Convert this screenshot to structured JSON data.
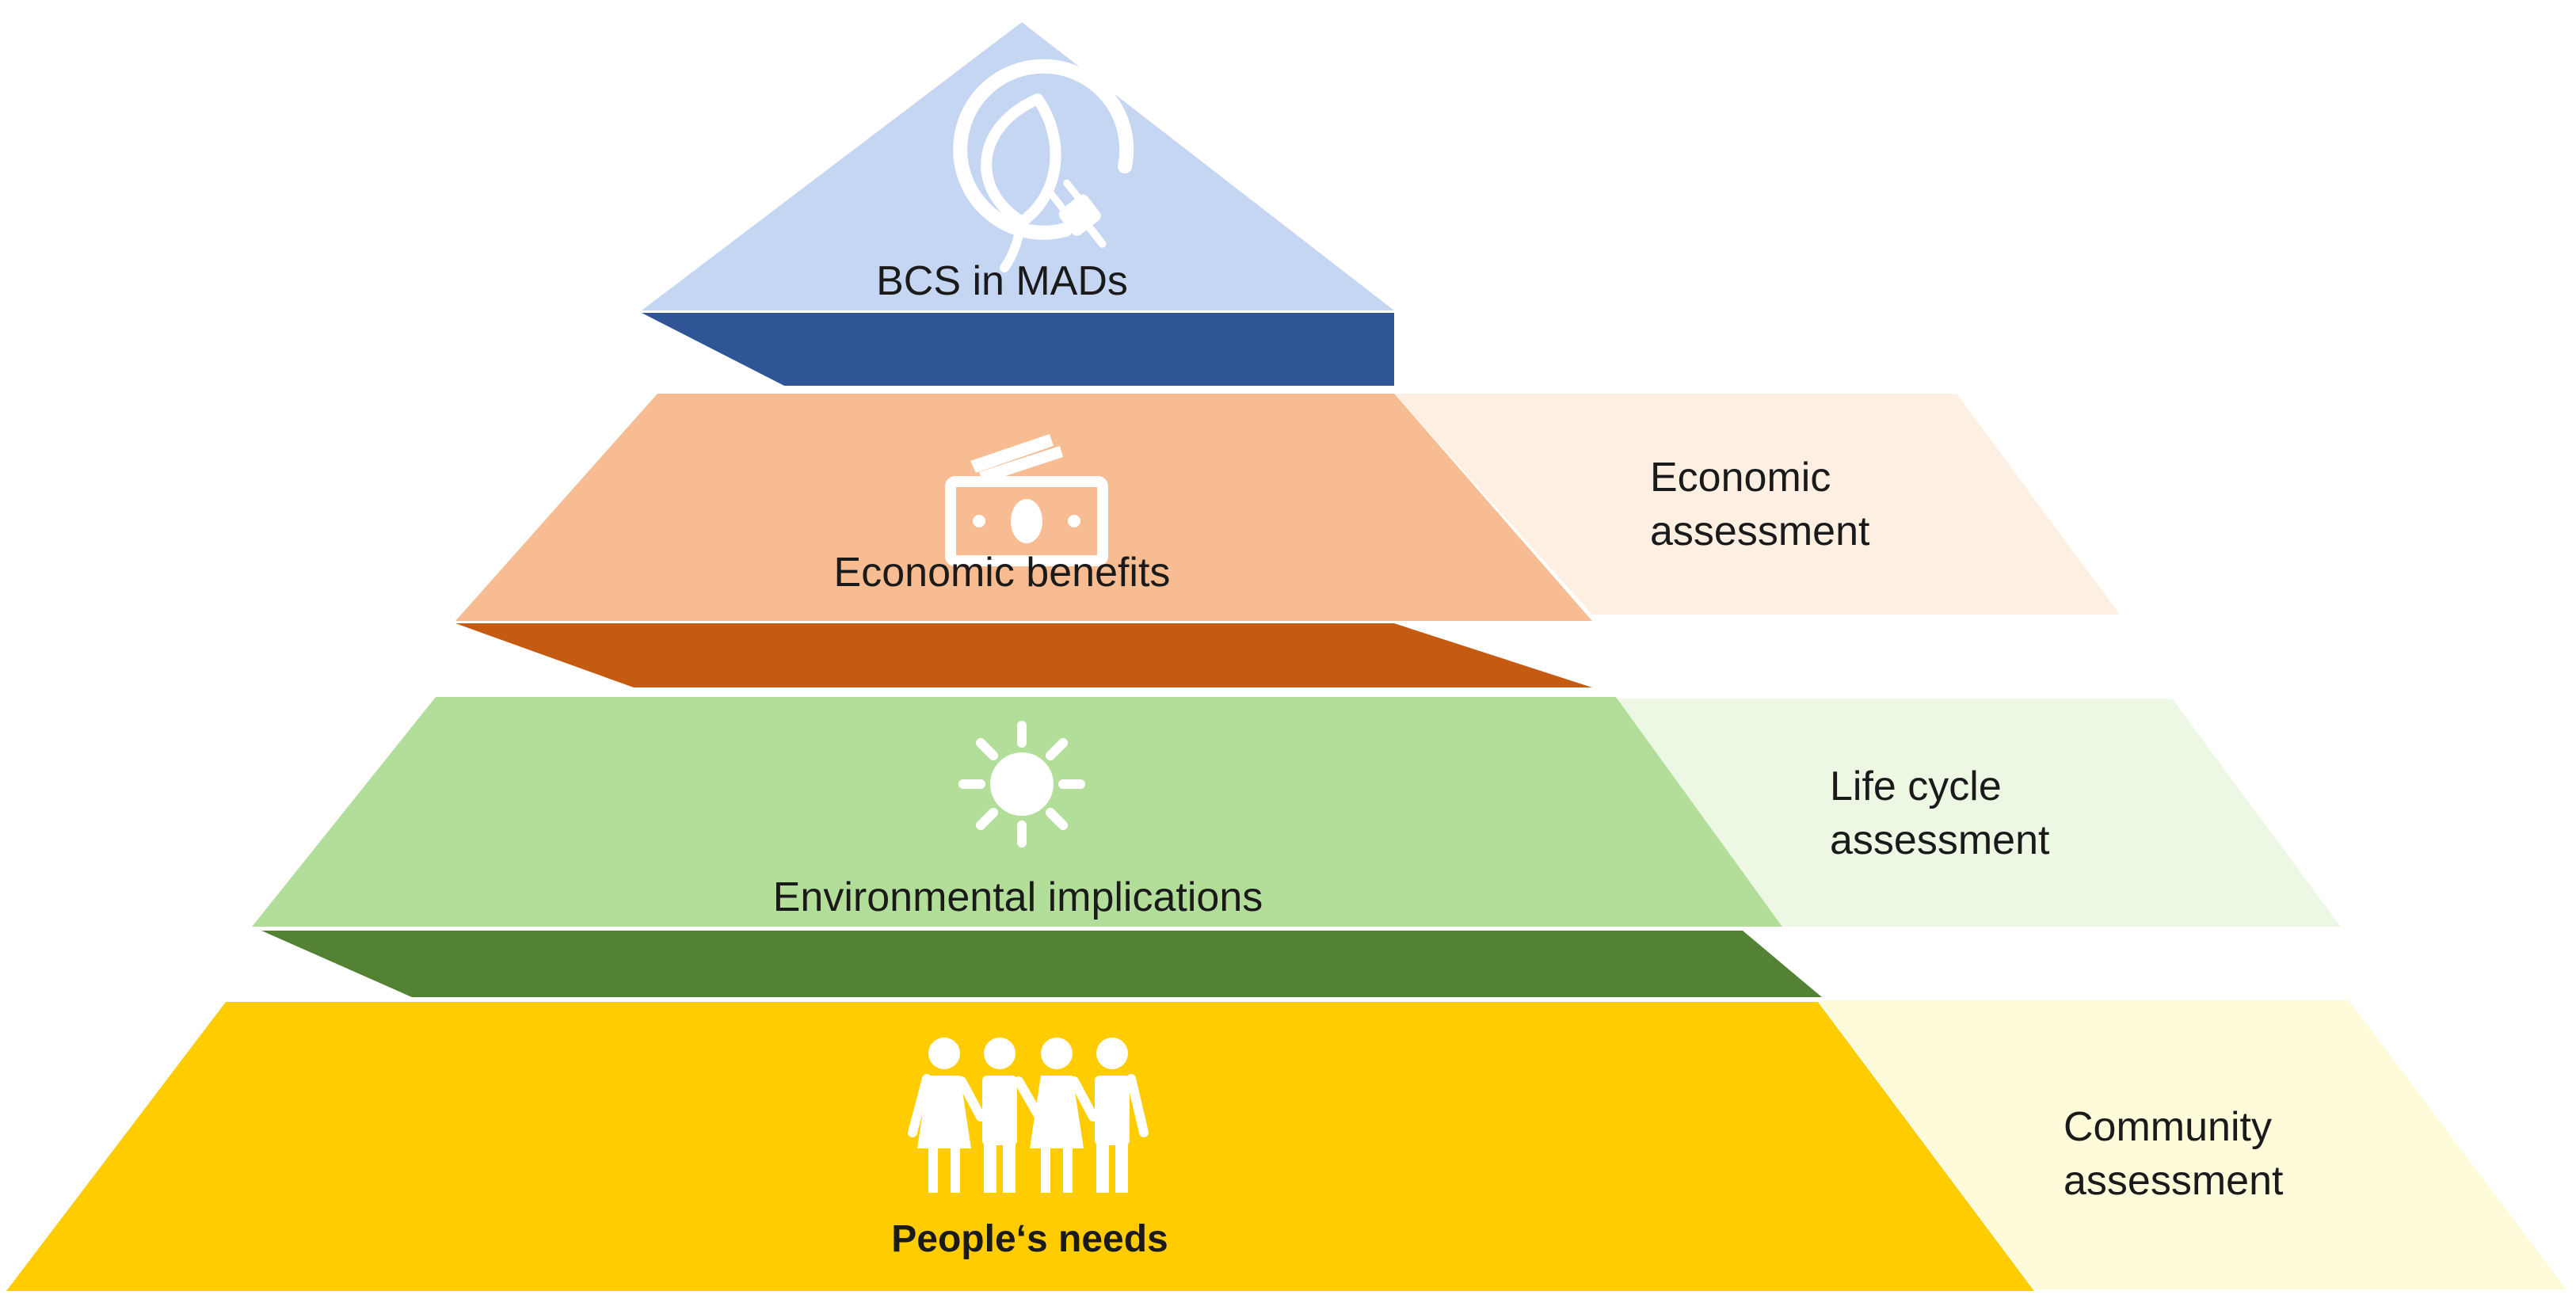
{
  "tiers": [
    {
      "label": "BCS in MADs",
      "icon": "leaf-plug-icon",
      "color": "#c5d6f3",
      "shade": "#2f5597"
    },
    {
      "label": "Economic benefits",
      "icon": "money-bills-icon",
      "color": "#f8bc92",
      "shade": "#c55a11"
    },
    {
      "label": "Environmental implications",
      "icon": "sun-icon",
      "color": "#b3de99",
      "shade": "#548235"
    },
    {
      "label": "People‘s needs",
      "icon": "people-icon",
      "color": "#ffcc00"
    }
  ],
  "assessments": [
    {
      "line1": "Economic",
      "line2": "assessment",
      "color": "#fdefe2"
    },
    {
      "line1": "Life cycle",
      "line2": "assessment",
      "color": "#edf8e4"
    },
    {
      "line1": "Community",
      "line2": "assessment",
      "color": "#fefbdb"
    }
  ]
}
